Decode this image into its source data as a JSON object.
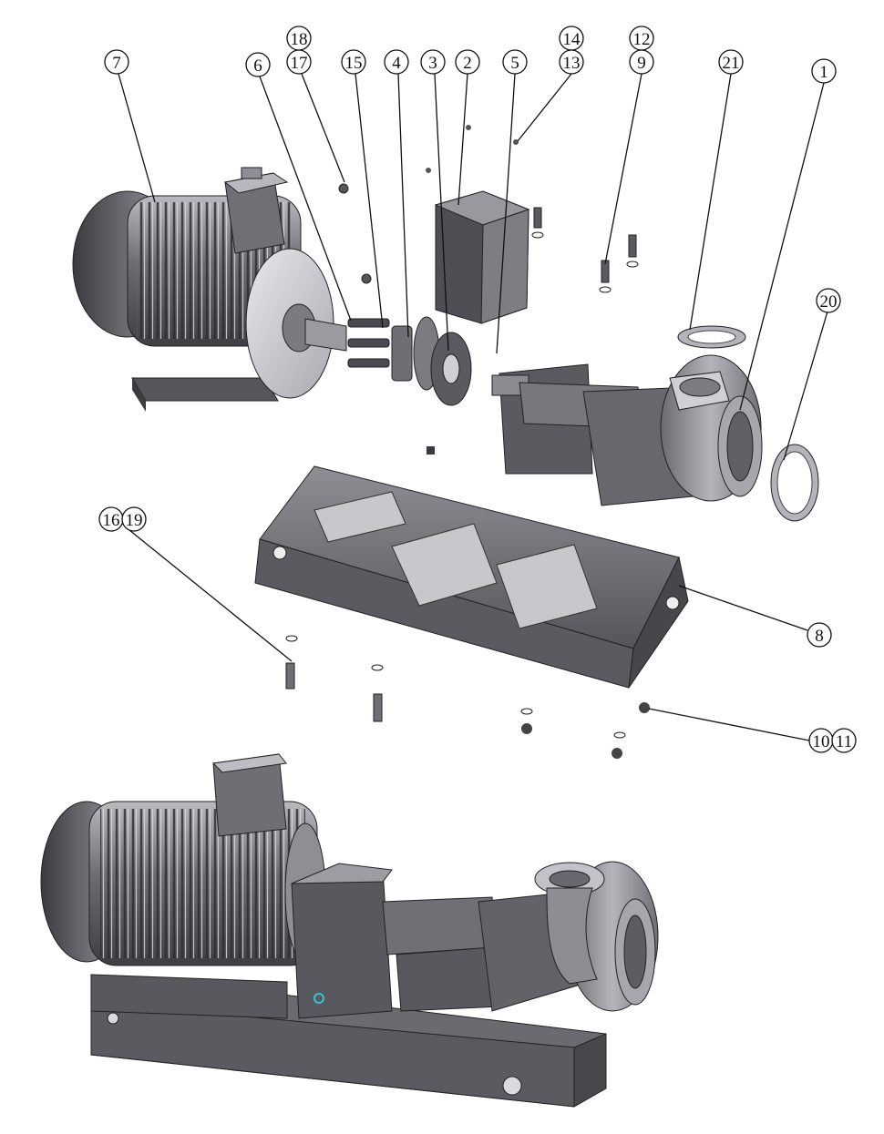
{
  "callouts": [
    {
      "id": "c7",
      "label": "7"
    },
    {
      "id": "c18",
      "label": "18"
    },
    {
      "id": "c17",
      "label": "17"
    },
    {
      "id": "c6",
      "label": "6"
    },
    {
      "id": "c15",
      "label": "15"
    },
    {
      "id": "c4",
      "label": "4"
    },
    {
      "id": "c3",
      "label": "3"
    },
    {
      "id": "c2",
      "label": "2"
    },
    {
      "id": "c5",
      "label": "5"
    },
    {
      "id": "c14",
      "label": "14"
    },
    {
      "id": "c13",
      "label": "13"
    },
    {
      "id": "c12",
      "label": "12"
    },
    {
      "id": "c9",
      "label": "9"
    },
    {
      "id": "c21",
      "label": "21"
    },
    {
      "id": "c1",
      "label": "1"
    },
    {
      "id": "c20",
      "label": "20"
    },
    {
      "id": "c16",
      "label": "16"
    },
    {
      "id": "c19",
      "label": "19"
    },
    {
      "id": "c8",
      "label": "8"
    },
    {
      "id": "c10",
      "label": "10"
    },
    {
      "id": "c11",
      "label": "11"
    }
  ],
  "colors": {
    "body_dark": "#5e5e63",
    "body_mid": "#8a8a90",
    "body_light": "#c9c9cf",
    "line": "#111111",
    "accent_cyan": "#36c6cf"
  }
}
